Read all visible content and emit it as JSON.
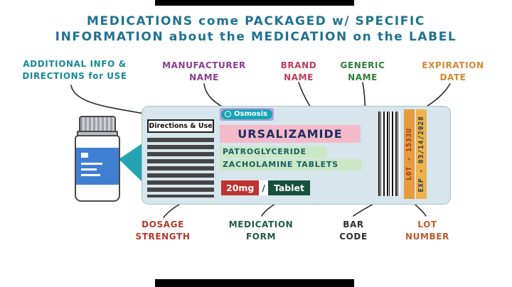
{
  "title": {
    "line1": "MEDICATIONS come PACKAGED w/ SPECIFIC",
    "line2": "INFORMATION about the MEDICATION on the LABEL",
    "color": "#1f7390"
  },
  "callouts": {
    "additional_info": {
      "line1": "ADDITIONAL INFO &",
      "line2": "DIRECTIONS for USE",
      "color": "#178a97"
    },
    "manufacturer_name": {
      "line1": "MANUFACTURER",
      "line2": "NAME",
      "color": "#8a3d8f"
    },
    "brand_name": {
      "line1": "BRAND",
      "line2": "NAME",
      "color": "#c13a5c"
    },
    "generic_name": {
      "line1": "GENERIC",
      "line2": "NAME",
      "color": "#2e7d3a"
    },
    "expiration_date": {
      "line1": "EXPIRATION",
      "line2": "DATE",
      "color": "#d1892f"
    },
    "dosage_strength": {
      "line1": "DOSAGE",
      "line2": "STRENGTH",
      "color": "#b5382c"
    },
    "medication_form": {
      "line1": "MEDICATION",
      "line2": "FORM",
      "color": "#1d5c40"
    },
    "bar_code": {
      "line1": "BAR",
      "line2": "CODE",
      "color": "#2e2e2e"
    },
    "lot_number": {
      "line1": "LOT",
      "line2": "NUMBER",
      "color": "#c05a2a"
    }
  },
  "medication_label": {
    "directions_header": "Directions & Use",
    "logo_text": "Osmosis",
    "brand_name": "URSALIZAMIDE",
    "generic_name_line1": "PATROGLYCERIDE",
    "generic_name_line2": "ZACHOLAMINE TABLETS",
    "dosage_strength": "20mg",
    "separator": "/",
    "medication_form": "Tablet",
    "lot_text": "LOT - 1533U",
    "exp_text": "EXP - 03/14/2028",
    "brand_highlight": "#f4bac9",
    "generic_highlight": "#cbe8c4",
    "dosage_bg": "#bf3430",
    "form_bg": "#17503c",
    "lot_strip_bg": "#e59b3e",
    "exp_strip_bg": "#eeb24a",
    "logo_bg": "#16a5b4"
  }
}
